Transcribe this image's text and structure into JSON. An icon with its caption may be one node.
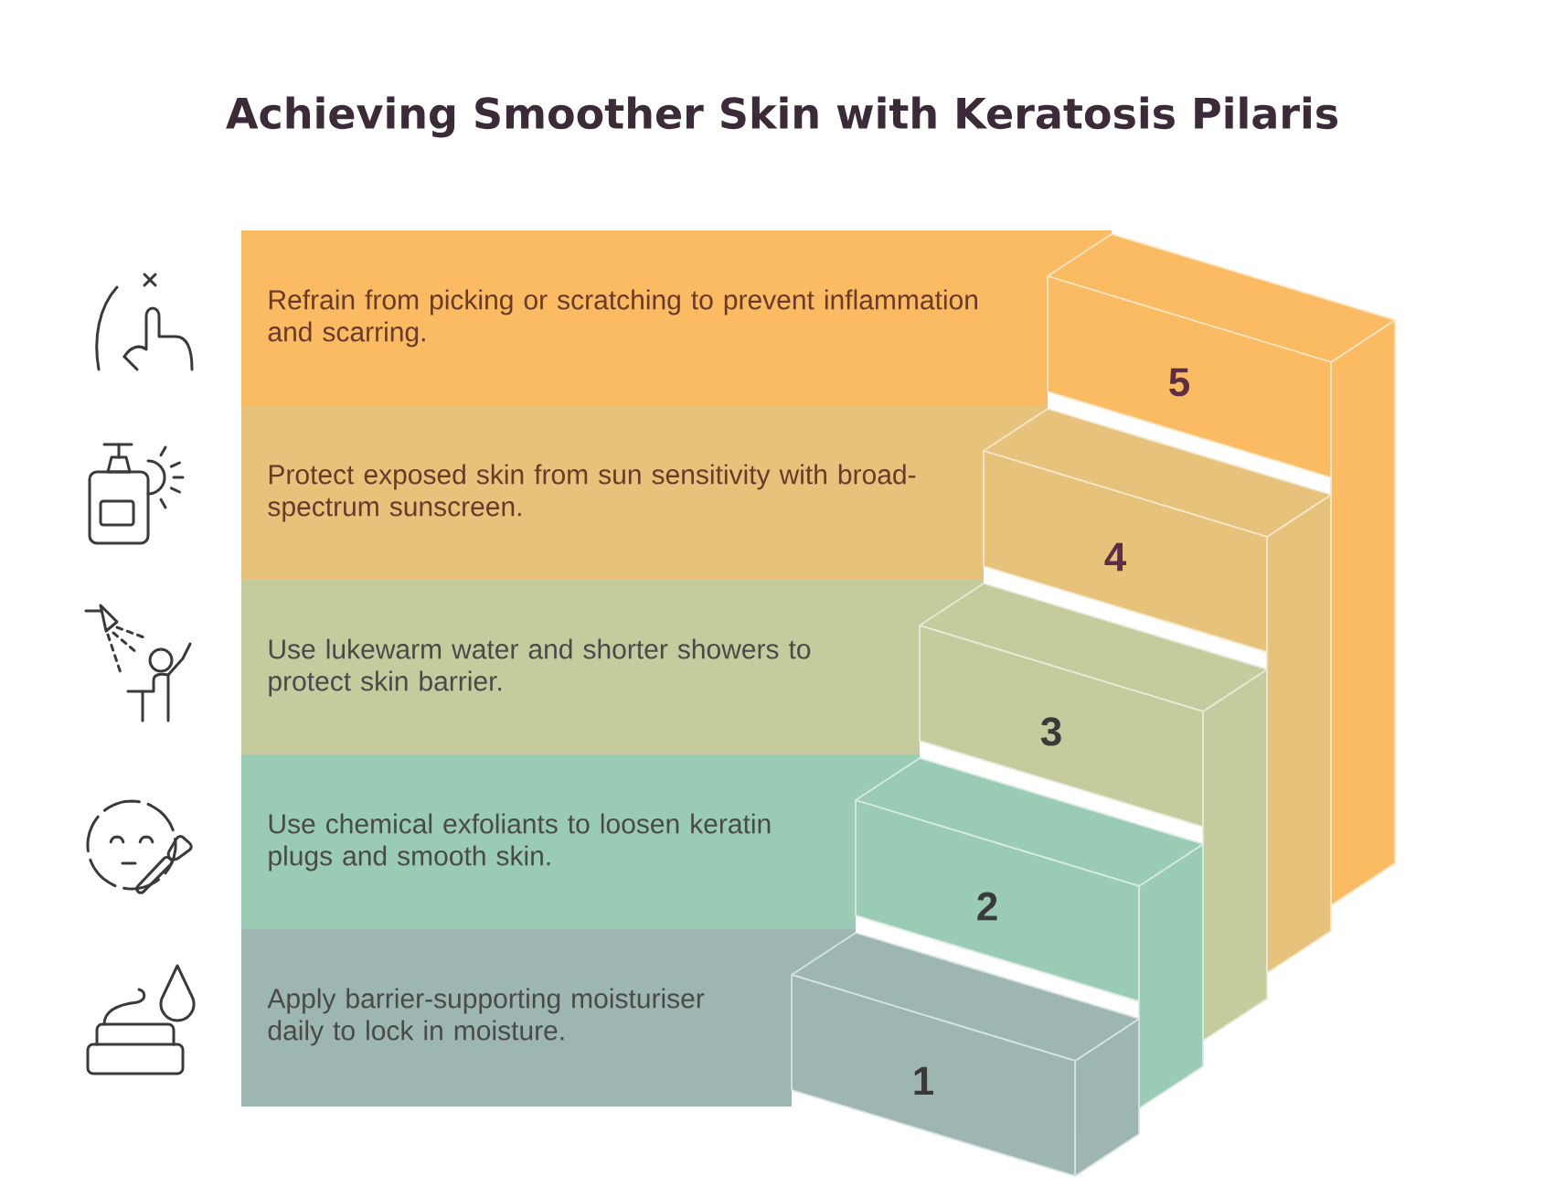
{
  "diagram": {
    "title": "Achieving Smoother Skin with Keratosis Pilaris",
    "nodes": [
      {
        "text": [
          "Refrain from picking or scratching to prevent inflammation and scarring.",
          "5"
        ]
      },
      {
        "text": [
          "Protect exposed skin from sun sensitivity with broad-spectrum sunscreen.",
          "4"
        ]
      },
      {
        "text": [
          "Use lukewarm water and shorter showers to protect skin barrier.",
          "3"
        ]
      },
      {
        "text": [
          "Use chemical exfoliants to loosen keratin plugs and smooth skin.",
          "2"
        ]
      },
      {
        "text": [
          "Apply barrier-supporting moisturiser daily to lock in moisture.",
          "1"
        ]
      }
    ]
  }
}
